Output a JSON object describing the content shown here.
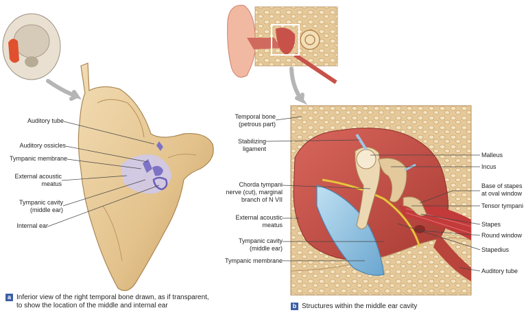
{
  "panel_a": {
    "badge": "a",
    "caption_line1": "Inferior view of the right temporal bone drawn, as if transparent,",
    "caption_line2": "to show the location of the middle and internal ear",
    "labels": {
      "auditory_tube": "Auditory tube",
      "auditory_ossicles": "Auditory ossicles",
      "tympanic_membrane": "Tympanic membrane",
      "external_acoustic_1": "External acoustic",
      "external_acoustic_2": "meatus",
      "tympanic_cavity_1": "Tympanic cavity",
      "tympanic_cavity_2": "(middle ear)",
      "internal_ear": "Internal ear"
    }
  },
  "panel_b": {
    "badge": "b",
    "caption": "Structures within the middle ear cavity",
    "labels": {
      "temporal_bone_1": "Temporal bone",
      "temporal_bone_2": "(petrous part)",
      "stabilizing_1": "Stabilizing",
      "stabilizing_2": "ligament",
      "chorda_1": "Chorda tympani",
      "chorda_2": "nerve (cut), marginal",
      "chorda_3": "branch of N VII",
      "external_acoustic_1": "External acoustic",
      "external_acoustic_2": "meatus",
      "tympanic_cavity_1": "Tympanic cavity",
      "tympanic_cavity_2": "(middle ear)",
      "tympanic_membrane": "Tympanic membrane",
      "malleus": "Malleus",
      "incus": "Incus",
      "base_stapes_1": "Base of stapes",
      "base_stapes_2": "at oval window",
      "tensor_tympani": "Tensor tympani",
      "stapes": "Stapes",
      "round_window": "Round window",
      "stapedius": "Stapedius",
      "auditory_tube": "Auditory tube"
    }
  },
  "colors": {
    "bone": "#e9cf9f",
    "bone_dark": "#c9a56c",
    "cavity": "#c8524a",
    "membrane": "#8fc3e3",
    "ossicle_violet": "#a9a2d8",
    "muscle": "#c23a3a",
    "caption_badge": "#3b5fa6"
  }
}
